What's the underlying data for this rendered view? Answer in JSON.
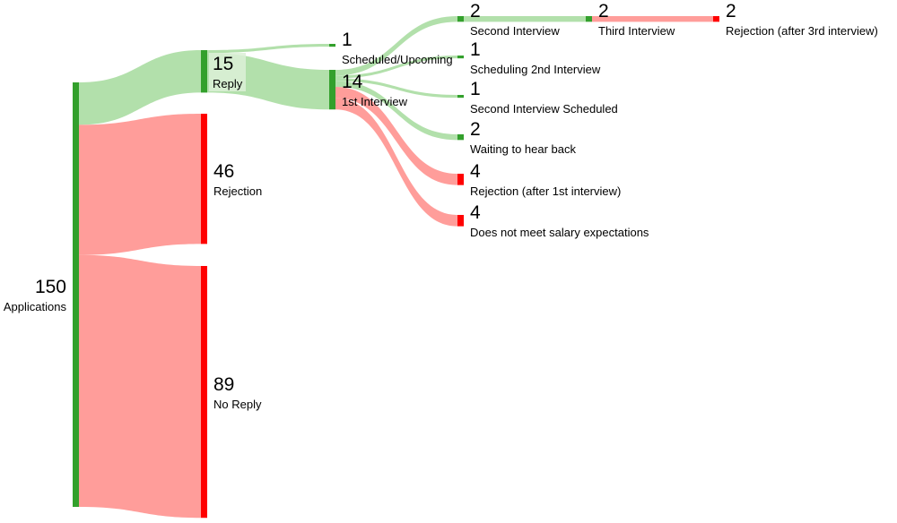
{
  "chart_data": {
    "type": "sankey",
    "title": "",
    "colors": {
      "positive_node": "#33a02c",
      "positive_link": "#9fd896",
      "negative_node": "#ff0000",
      "negative_link": "#ff8c88"
    },
    "nodes": [
      {
        "id": "applications",
        "label": "Applications",
        "value": 150,
        "kind": "positive"
      },
      {
        "id": "reply",
        "label": "Reply",
        "value": 15,
        "kind": "positive"
      },
      {
        "id": "rejection",
        "label": "Rejection",
        "value": 46,
        "kind": "negative"
      },
      {
        "id": "no_reply",
        "label": "No Reply",
        "value": 89,
        "kind": "negative"
      },
      {
        "id": "scheduled",
        "label": "Scheduled/Upcoming",
        "value": 1,
        "kind": "positive"
      },
      {
        "id": "first_interview",
        "label": "1st Interview",
        "value": 14,
        "kind": "positive"
      },
      {
        "id": "second_interview",
        "label": "Second Interview",
        "value": 2,
        "kind": "positive"
      },
      {
        "id": "scheduling_2nd",
        "label": "Scheduling 2nd Interview",
        "value": 1,
        "kind": "positive"
      },
      {
        "id": "second_scheduled",
        "label": "Second Interview Scheduled",
        "value": 1,
        "kind": "positive"
      },
      {
        "id": "waiting",
        "label": "Waiting to hear back",
        "value": 2,
        "kind": "positive"
      },
      {
        "id": "rej_1st",
        "label": "Rejection (after 1st interview)",
        "value": 4,
        "kind": "negative"
      },
      {
        "id": "salary",
        "label": "Does not meet salary expectations",
        "value": 4,
        "kind": "negative"
      },
      {
        "id": "third_interview",
        "label": "Third Interview",
        "value": 2,
        "kind": "positive"
      },
      {
        "id": "rej_3rd",
        "label": "Rejection (after 3rd interview)",
        "value": 2,
        "kind": "negative"
      }
    ],
    "links": [
      {
        "source": "applications",
        "target": "reply",
        "value": 15
      },
      {
        "source": "applications",
        "target": "rejection",
        "value": 46
      },
      {
        "source": "applications",
        "target": "no_reply",
        "value": 89
      },
      {
        "source": "reply",
        "target": "scheduled",
        "value": 1
      },
      {
        "source": "reply",
        "target": "first_interview",
        "value": 14
      },
      {
        "source": "first_interview",
        "target": "second_interview",
        "value": 2
      },
      {
        "source": "first_interview",
        "target": "scheduling_2nd",
        "value": 1
      },
      {
        "source": "first_interview",
        "target": "second_scheduled",
        "value": 1
      },
      {
        "source": "first_interview",
        "target": "waiting",
        "value": 2
      },
      {
        "source": "first_interview",
        "target": "rej_1st",
        "value": 4
      },
      {
        "source": "first_interview",
        "target": "salary",
        "value": 4
      },
      {
        "source": "second_interview",
        "target": "third_interview",
        "value": 2
      },
      {
        "source": "third_interview",
        "target": "rej_3rd",
        "value": 2
      }
    ]
  }
}
